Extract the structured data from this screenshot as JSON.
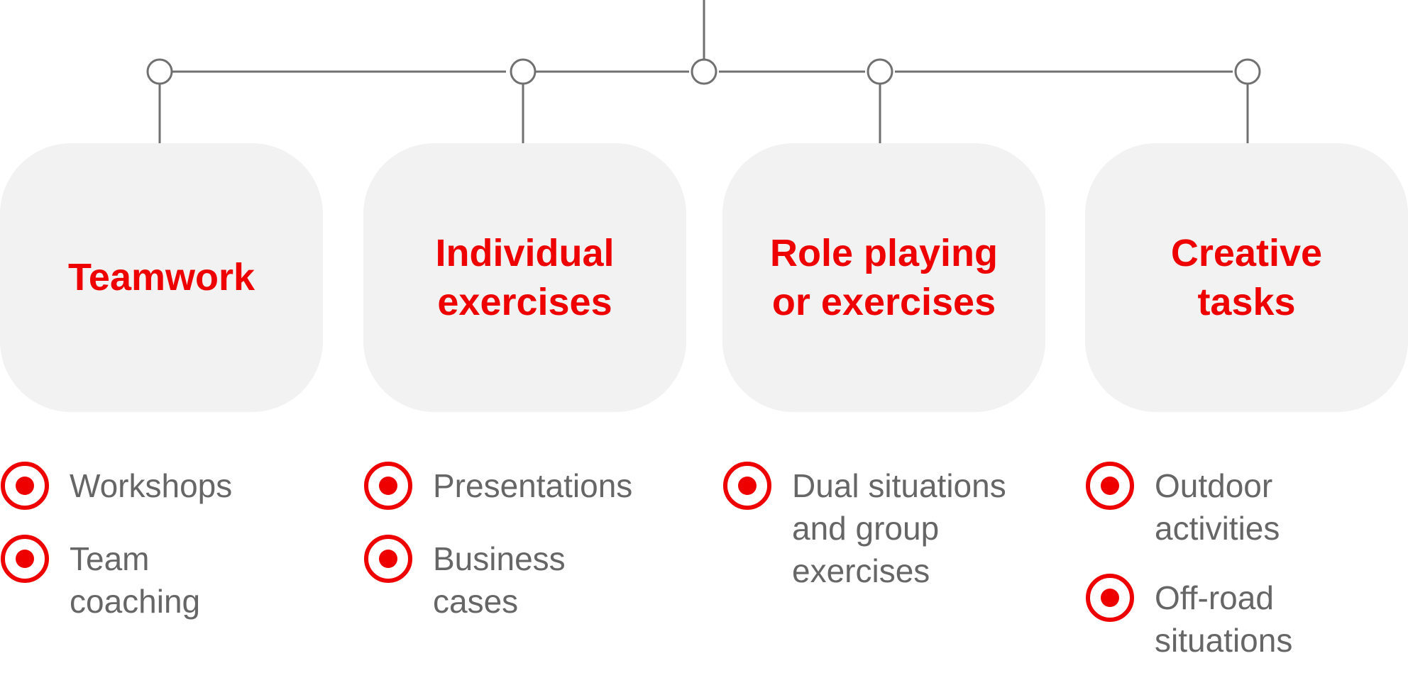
{
  "colors": {
    "accent": "#ee0000",
    "card_bg": "#f2f2f2",
    "text_gray": "#666666",
    "line_gray": "#707070"
  },
  "icons": {
    "bullet": "target-icon"
  },
  "columns": [
    {
      "title": "Teamwork",
      "items": [
        "Workshops",
        "Team\ncoaching"
      ]
    },
    {
      "title": "Individual\nexercises",
      "items": [
        "Presentations",
        "Business\ncases"
      ]
    },
    {
      "title": "Role playing\nor exercises",
      "items": [
        "Dual situations\nand group\nexercises"
      ]
    },
    {
      "title": "Creative\ntasks",
      "items": [
        "Outdoor\nactivities",
        "Off-road\nsituations"
      ]
    }
  ]
}
